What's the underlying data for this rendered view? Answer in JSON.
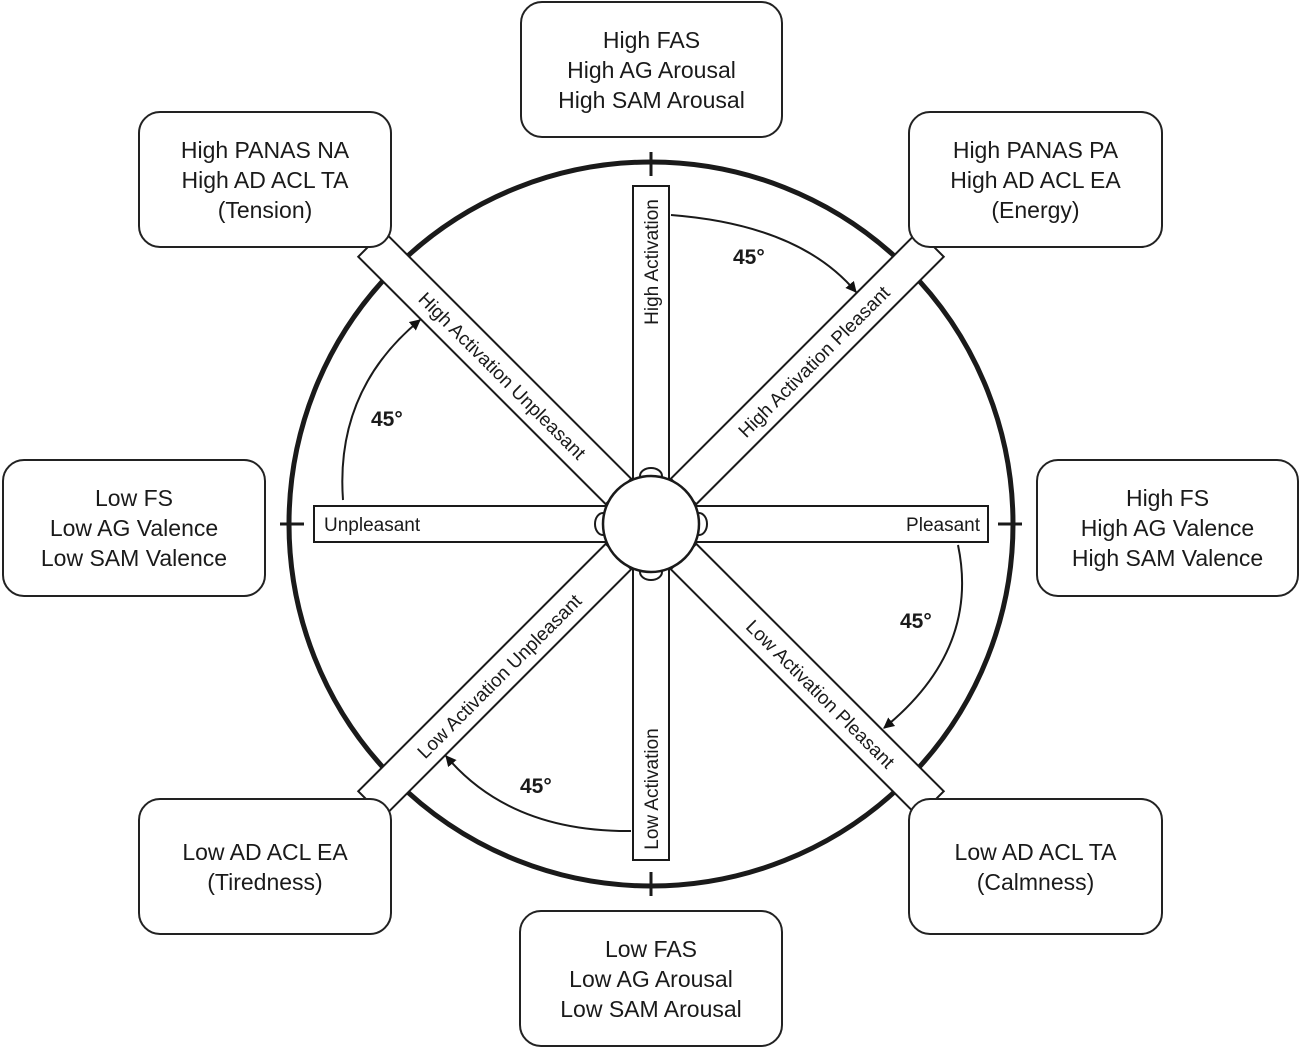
{
  "boxes": {
    "top": [
      "High FAS",
      "High AG Arousal",
      "High SAM Arousal"
    ],
    "top_left": [
      "High PANAS NA",
      "High AD ACL TA",
      "(Tension)"
    ],
    "top_right": [
      "High PANAS PA",
      "High AD ACL EA",
      "(Energy)"
    ],
    "left": [
      "Low FS",
      "Low AG Valence",
      "Low SAM Valence"
    ],
    "right": [
      "High FS",
      "High AG Valence",
      "High SAM Valence"
    ],
    "bottom_left": [
      "Low AD ACL EA",
      "(Tiredness)"
    ],
    "bottom_right": [
      "Low AD ACL TA",
      "(Calmness)"
    ],
    "bottom": [
      "Low FAS",
      "Low AG Arousal",
      "Low SAM Arousal"
    ]
  },
  "spokes": {
    "high_activation": "High Activation",
    "high_activation_pleasant": "High Activation Pleasant",
    "pleasant": "Pleasant",
    "low_activation_pleasant": "Low Activation Pleasant",
    "low_activation": "Low Activation",
    "low_activation_unpleasant": "Low Activation Unpleasant",
    "unpleasant": "Unpleasant",
    "high_activation_unpleasant": "High Activation Unpleasant"
  },
  "angles": {
    "top_right": "45°",
    "bottom_right": "45°",
    "bottom_left": "45°",
    "top_left": "45°"
  }
}
